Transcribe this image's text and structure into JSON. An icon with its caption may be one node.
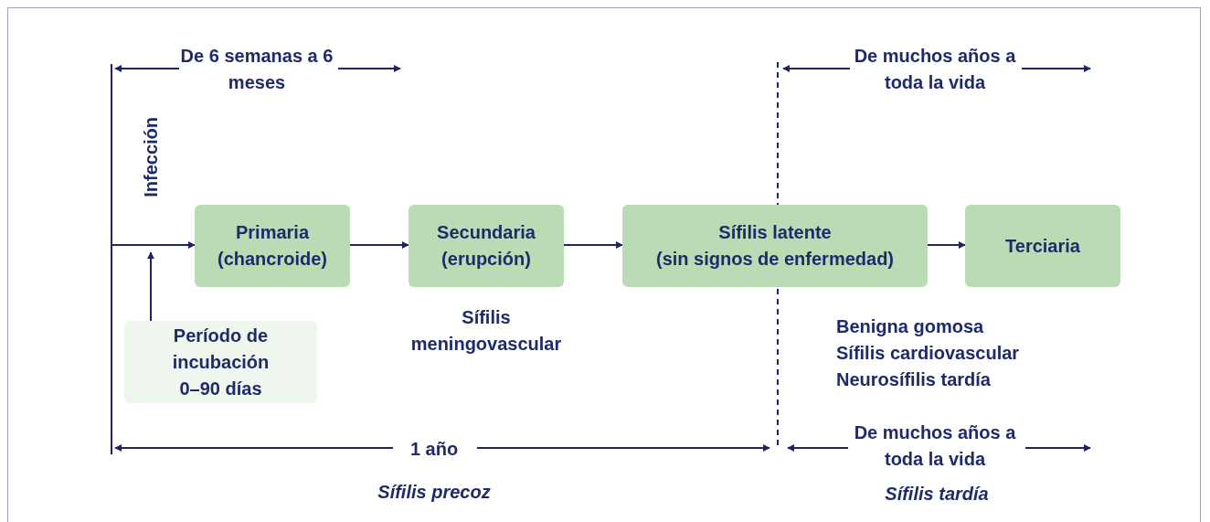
{
  "diagram": {
    "nodes": [
      {
        "text": [
          "Primaria",
          "(chancroide)"
        ]
      },
      {
        "text": [
          "Secundaria",
          "(erupción)"
        ]
      },
      {
        "text": [
          "Sífilis latente",
          "(sin signos de enfermedad)"
        ]
      },
      {
        "text": [
          "Terciaria"
        ]
      },
      {
        "text": [
          "Período de incubación",
          "0–90 días"
        ]
      }
    ],
    "edges": [
      {
        "from": null,
        "to": 0,
        "arrow": "to"
      },
      {
        "from": 0,
        "to": 1,
        "arrow": "to"
      },
      {
        "from": 1,
        "to": 2,
        "arrow": "to"
      },
      {
        "from": 2,
        "to": 3,
        "arrow": "to"
      },
      {
        "from": 4,
        "to": null,
        "arrow": "to"
      }
    ],
    "labels": [
      "De 6 semanas a 6 meses",
      "De muchos años a toda la vida",
      "Infección",
      "Sífilis meningovascular",
      "Benigna gomosa",
      "Sífilis cardiovascular",
      "Neurosífilis tardía",
      "1 año",
      "De muchos años a toda la vida",
      "Sífilis precoz",
      "Sífilis tardía"
    ]
  }
}
